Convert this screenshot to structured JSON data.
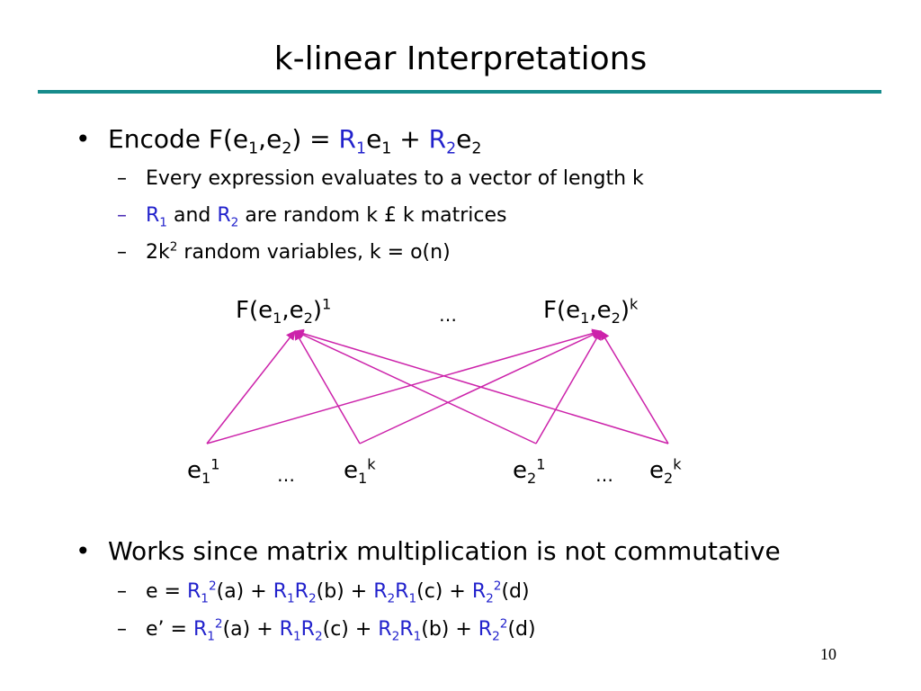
{
  "slide": {
    "title": "k-linear Interpretations",
    "rule_color": "#178c8c",
    "accent_color": "#2222cc",
    "line_color": "#cc22aa",
    "page_number": "10"
  },
  "bullet1": {
    "marker": "•",
    "prefix": "Encode F(e",
    "s1": "1",
    "comma": ",e",
    "s2": "2",
    "eq": ") = ",
    "R1": "R",
    "R1s": "1",
    "e1": "e",
    "e1s": "1",
    "plus": " + ",
    "R2": "R",
    "R2s": "2",
    "e2": "e",
    "e2s": "2",
    "sub1": "Every expression evaluates to a vector of length k",
    "sub2": {
      "R1": "R",
      "R1s": "1",
      "and": " and ",
      "R2": "R",
      "R2s": "2",
      "rest": " are random k £ k matrices"
    },
    "sub3": {
      "pre": "2k",
      "sup": "2",
      "rest": " random variables, k = o(n)"
    }
  },
  "diagram": {
    "top_left": {
      "pre": "F(e",
      "s1": "1",
      "mid": ",e",
      "s2": "2",
      "close": ")",
      "sup": "1"
    },
    "top_dots": "…",
    "top_right": {
      "pre": "F(e",
      "s1": "1",
      "mid": ",e",
      "s2": "2",
      "close": ")",
      "sup": "k"
    },
    "bottom": [
      {
        "base": "e",
        "sub": "1",
        "sup": "1"
      },
      {
        "dots": "…"
      },
      {
        "base": "e",
        "sub": "1",
        "sup": "k"
      },
      {
        "base": "e",
        "sub": "2",
        "sup": "1"
      },
      {
        "dots": "…"
      },
      {
        "base": "e",
        "sub": "2",
        "sup": "k"
      }
    ]
  },
  "bullet2": {
    "marker": "•",
    "text": "Works since matrix multiplication is not commutative",
    "line1": {
      "lhs": "e  = ",
      "t1a": "R",
      "t1s": "1",
      "t1p": "2",
      "t1v": "(a) + ",
      "t2a": "R",
      "t2s": "1",
      "t2b": "R",
      "t2t": "2",
      "t2v": "(b) + ",
      "t3a": "R",
      "t3s": "2",
      "t3b": "R",
      "t3t": "1",
      "t3v": "(c) + ",
      "t4a": "R",
      "t4s": "2",
      "t4p": "2",
      "t4v": "(d)"
    },
    "line2": {
      "lhs": "e’ = ",
      "t1a": "R",
      "t1s": "1",
      "t1p": "2",
      "t1v": "(a) + ",
      "t2a": "R",
      "t2s": "1",
      "t2b": "R",
      "t2t": "2",
      "t2v": "(c) + ",
      "t3a": "R",
      "t3s": "2",
      "t3b": "R",
      "t3t": "1",
      "t3v": "(b) + ",
      "t4a": "R",
      "t4s": "2",
      "t4p": "2",
      "t4v": "(d)"
    },
    "dash": "–"
  }
}
